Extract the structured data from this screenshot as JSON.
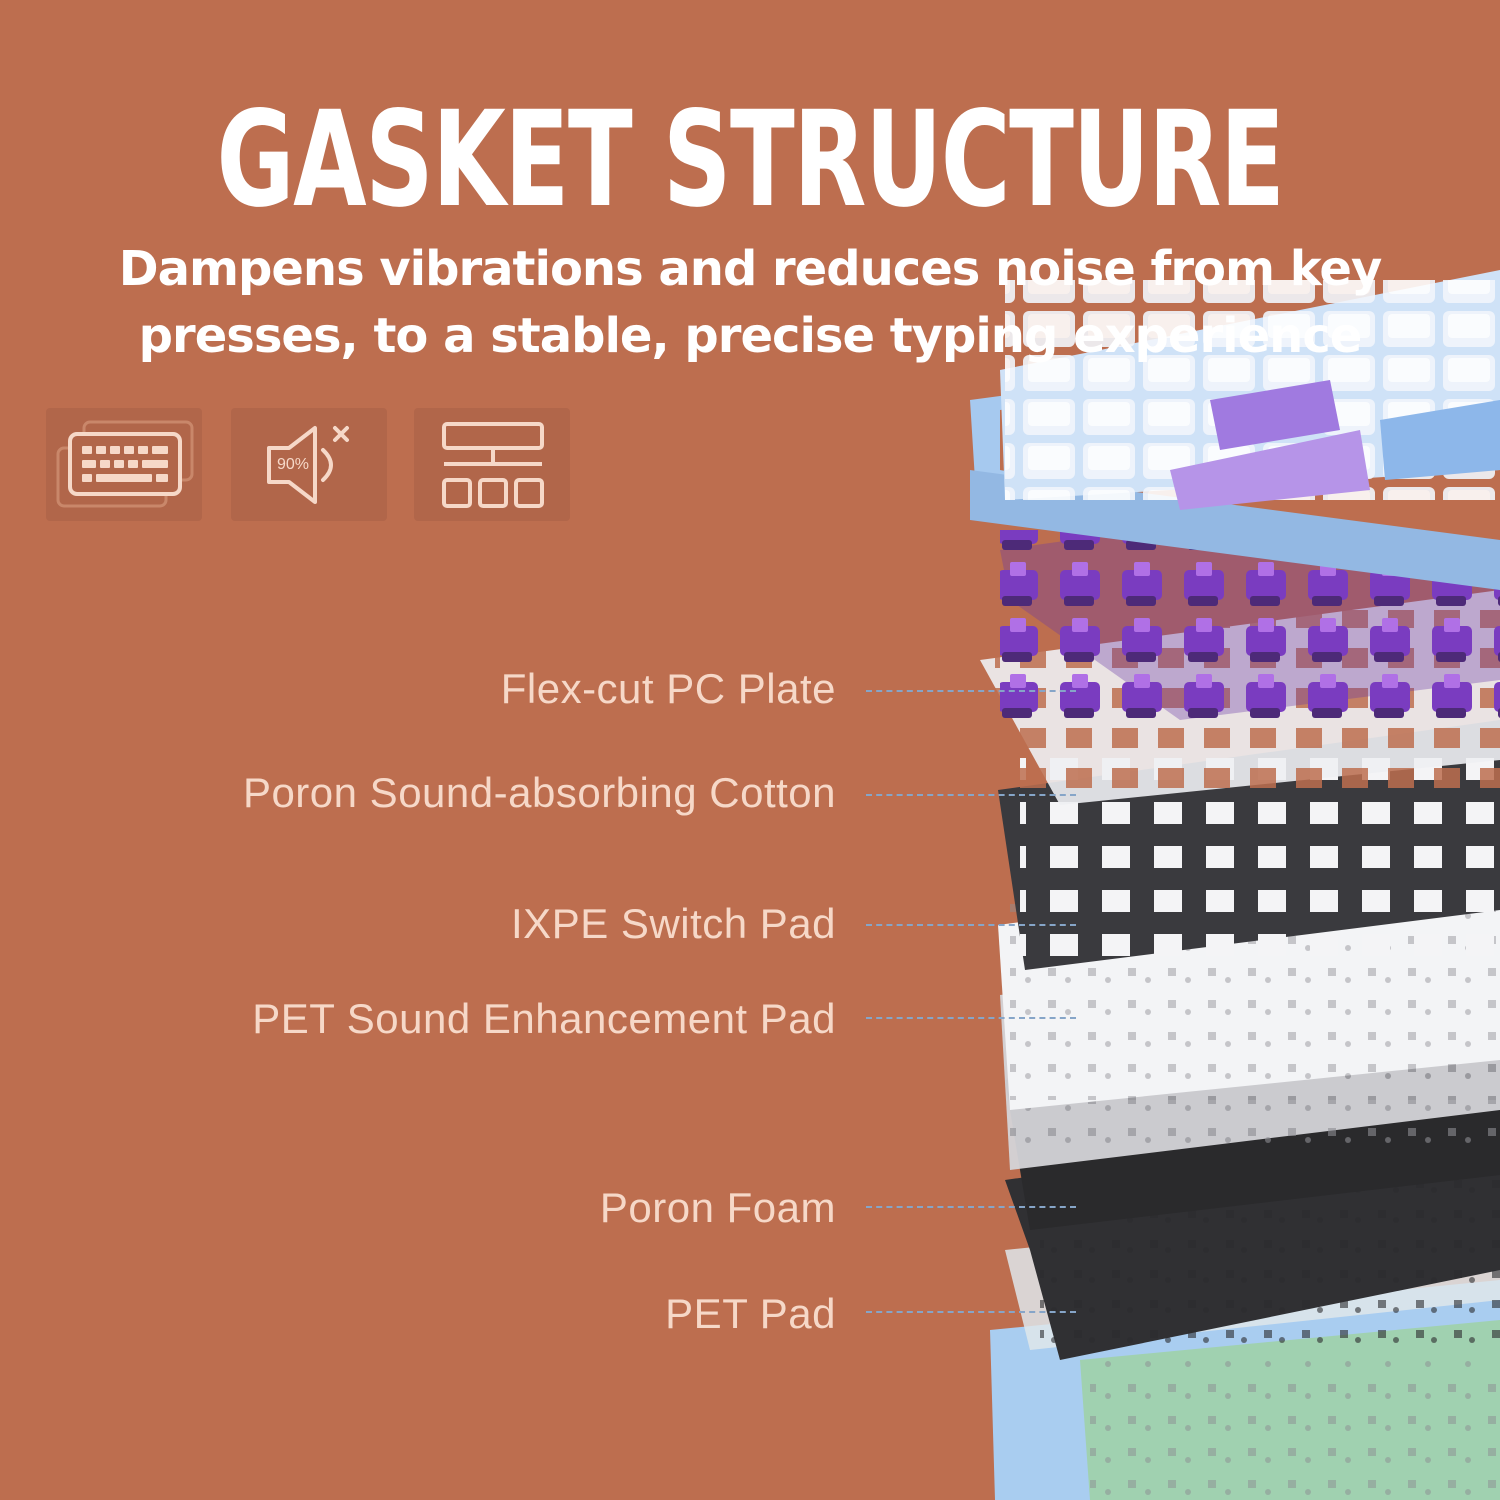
{
  "header": {
    "title": "GASKET STRUCTURE",
    "subtitle": "Dampens vibrations and reduces noise from key presses, to a stable, precise typing experience"
  },
  "feature_icons": [
    {
      "name": "keyboard-layers-icon"
    },
    {
      "name": "mute-speaker-icon",
      "badge": "90%"
    },
    {
      "name": "layout-structure-icon"
    }
  ],
  "layers": [
    {
      "label": "Flex-cut PC Plate"
    },
    {
      "label": "Poron Sound-absorbing Cotton"
    },
    {
      "label": "IXPE Switch Pad"
    },
    {
      "label": "PET Sound Enhancement Pad"
    },
    {
      "label": "Poron Foam"
    },
    {
      "label": "PET Pad"
    }
  ],
  "colors": {
    "background": "#bd6e4f",
    "label_text": "#f6d8c8",
    "leader_line": "#86a5c8",
    "case_blue": "#a9cdf0",
    "switch_purple": "#8e4fc9"
  }
}
